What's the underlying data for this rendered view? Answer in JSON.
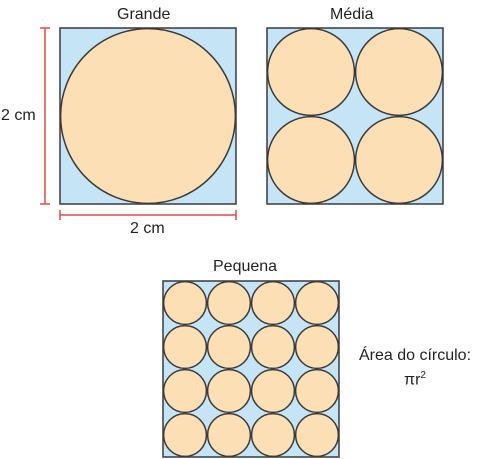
{
  "titles": {
    "large": "Grande",
    "medium": "Média",
    "small": "Pequena"
  },
  "dimensions": {
    "height_label": "2 cm",
    "width_label": "2 cm"
  },
  "formula": {
    "caption": "Área do círculo:",
    "expression": "πr",
    "exponent": "2"
  },
  "figures": [
    {
      "name": "grande",
      "grid": 1
    },
    {
      "name": "media",
      "grid": 2
    },
    {
      "name": "pequena",
      "grid": 4
    }
  ],
  "colors": {
    "square_fill": "#c5e5f7",
    "circle_fill": "#fddfb6",
    "outline": "#3a3a3a",
    "dimension_line": "#e24a4a"
  }
}
